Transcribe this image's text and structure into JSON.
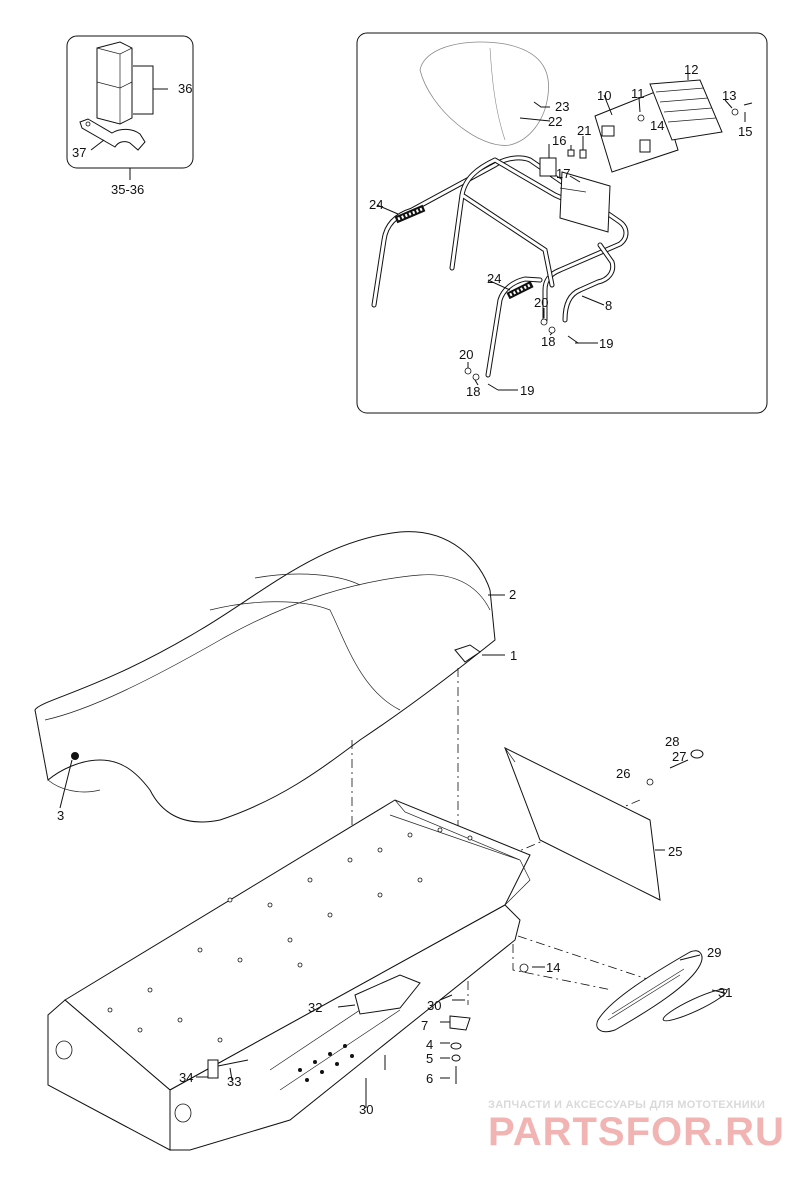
{
  "callouts": {
    "c1": "1",
    "c2": "2",
    "c3": "3",
    "c4": "4",
    "c5": "5",
    "c6": "6",
    "c7": "7",
    "c8": "8",
    "c10": "10",
    "c11": "11",
    "c12": "12",
    "c13": "13",
    "c14a": "14",
    "c14b": "14",
    "c15": "15",
    "c16": "16",
    "c17": "17",
    "c18a": "18",
    "c18b": "18",
    "c19a": "19",
    "c19b": "19",
    "c20a": "20",
    "c20b": "20",
    "c21": "21",
    "c22": "22",
    "c23": "23",
    "c24a": "24",
    "c24b": "24",
    "c25": "25",
    "c26": "26",
    "c27": "27",
    "c28": "28",
    "c29": "29",
    "c30a": "30",
    "c30b": "30",
    "c31": "31",
    "c32": "32",
    "c33": "33",
    "c34": "34",
    "c36": "36",
    "c37": "37",
    "kit": "35-36"
  },
  "watermark": {
    "tagline": "ЗАПЧАСТИ И АКСЕССУАРЫ ДЛЯ МОТОТЕХНИКИ",
    "brand": "PARTSFOR.RU"
  },
  "colors": {
    "line": "#111111",
    "watermark_brand": "#e57373",
    "watermark_tagline": "#cccccc"
  }
}
